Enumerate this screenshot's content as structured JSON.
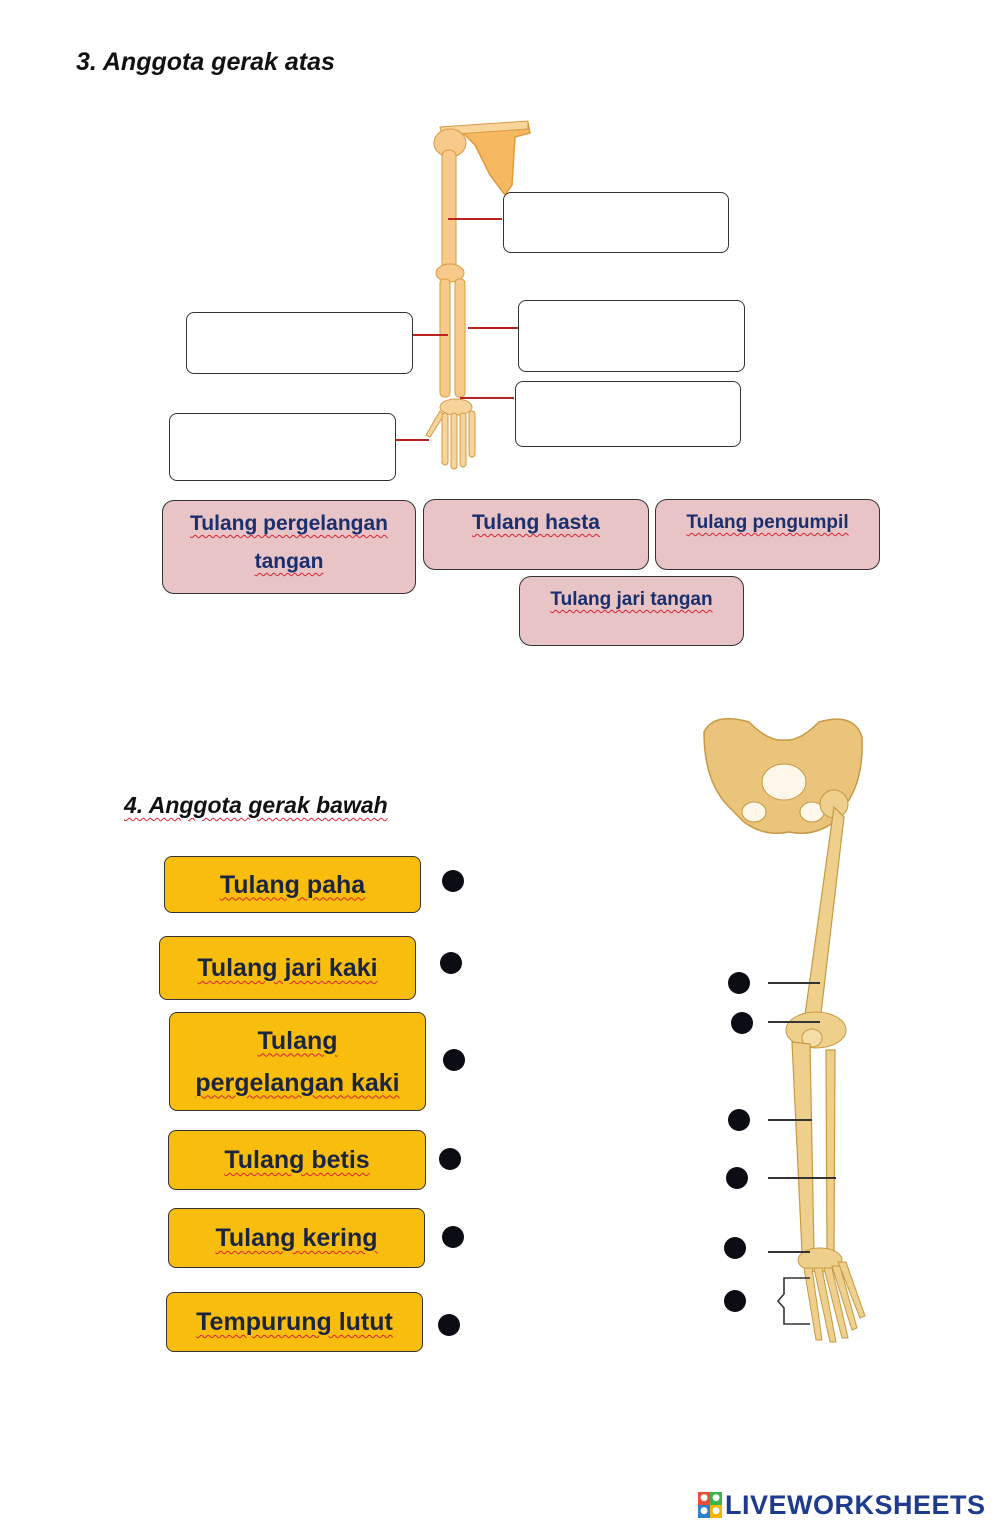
{
  "section3": {
    "title": "3. Anggota gerak atas",
    "tiles": [
      {
        "label": "Tulang pergelangan tangan"
      },
      {
        "label": "Tulang hasta"
      },
      {
        "label": "Tulang pengumpil"
      },
      {
        "label": "Tulang jari tangan"
      }
    ]
  },
  "section4": {
    "title": "4. Anggota gerak bawah",
    "tiles": [
      {
        "label": "Tulang paha"
      },
      {
        "label": "Tulang jari kaki"
      },
      {
        "label": "Tulang pergelangan kaki"
      },
      {
        "label": "Tulang betis"
      },
      {
        "label": "Tulang kering"
      },
      {
        "label": "Tempurung lutut"
      }
    ]
  },
  "footer": {
    "brand": "LIVEWORKSHEETS"
  },
  "colors": {
    "pink_tile": "#e8c4c6",
    "yellow_tile": "#f9bd0e",
    "tile_text": "#1a2f6e",
    "bone": "#f1c27a",
    "brand": "#1d3b8f"
  }
}
